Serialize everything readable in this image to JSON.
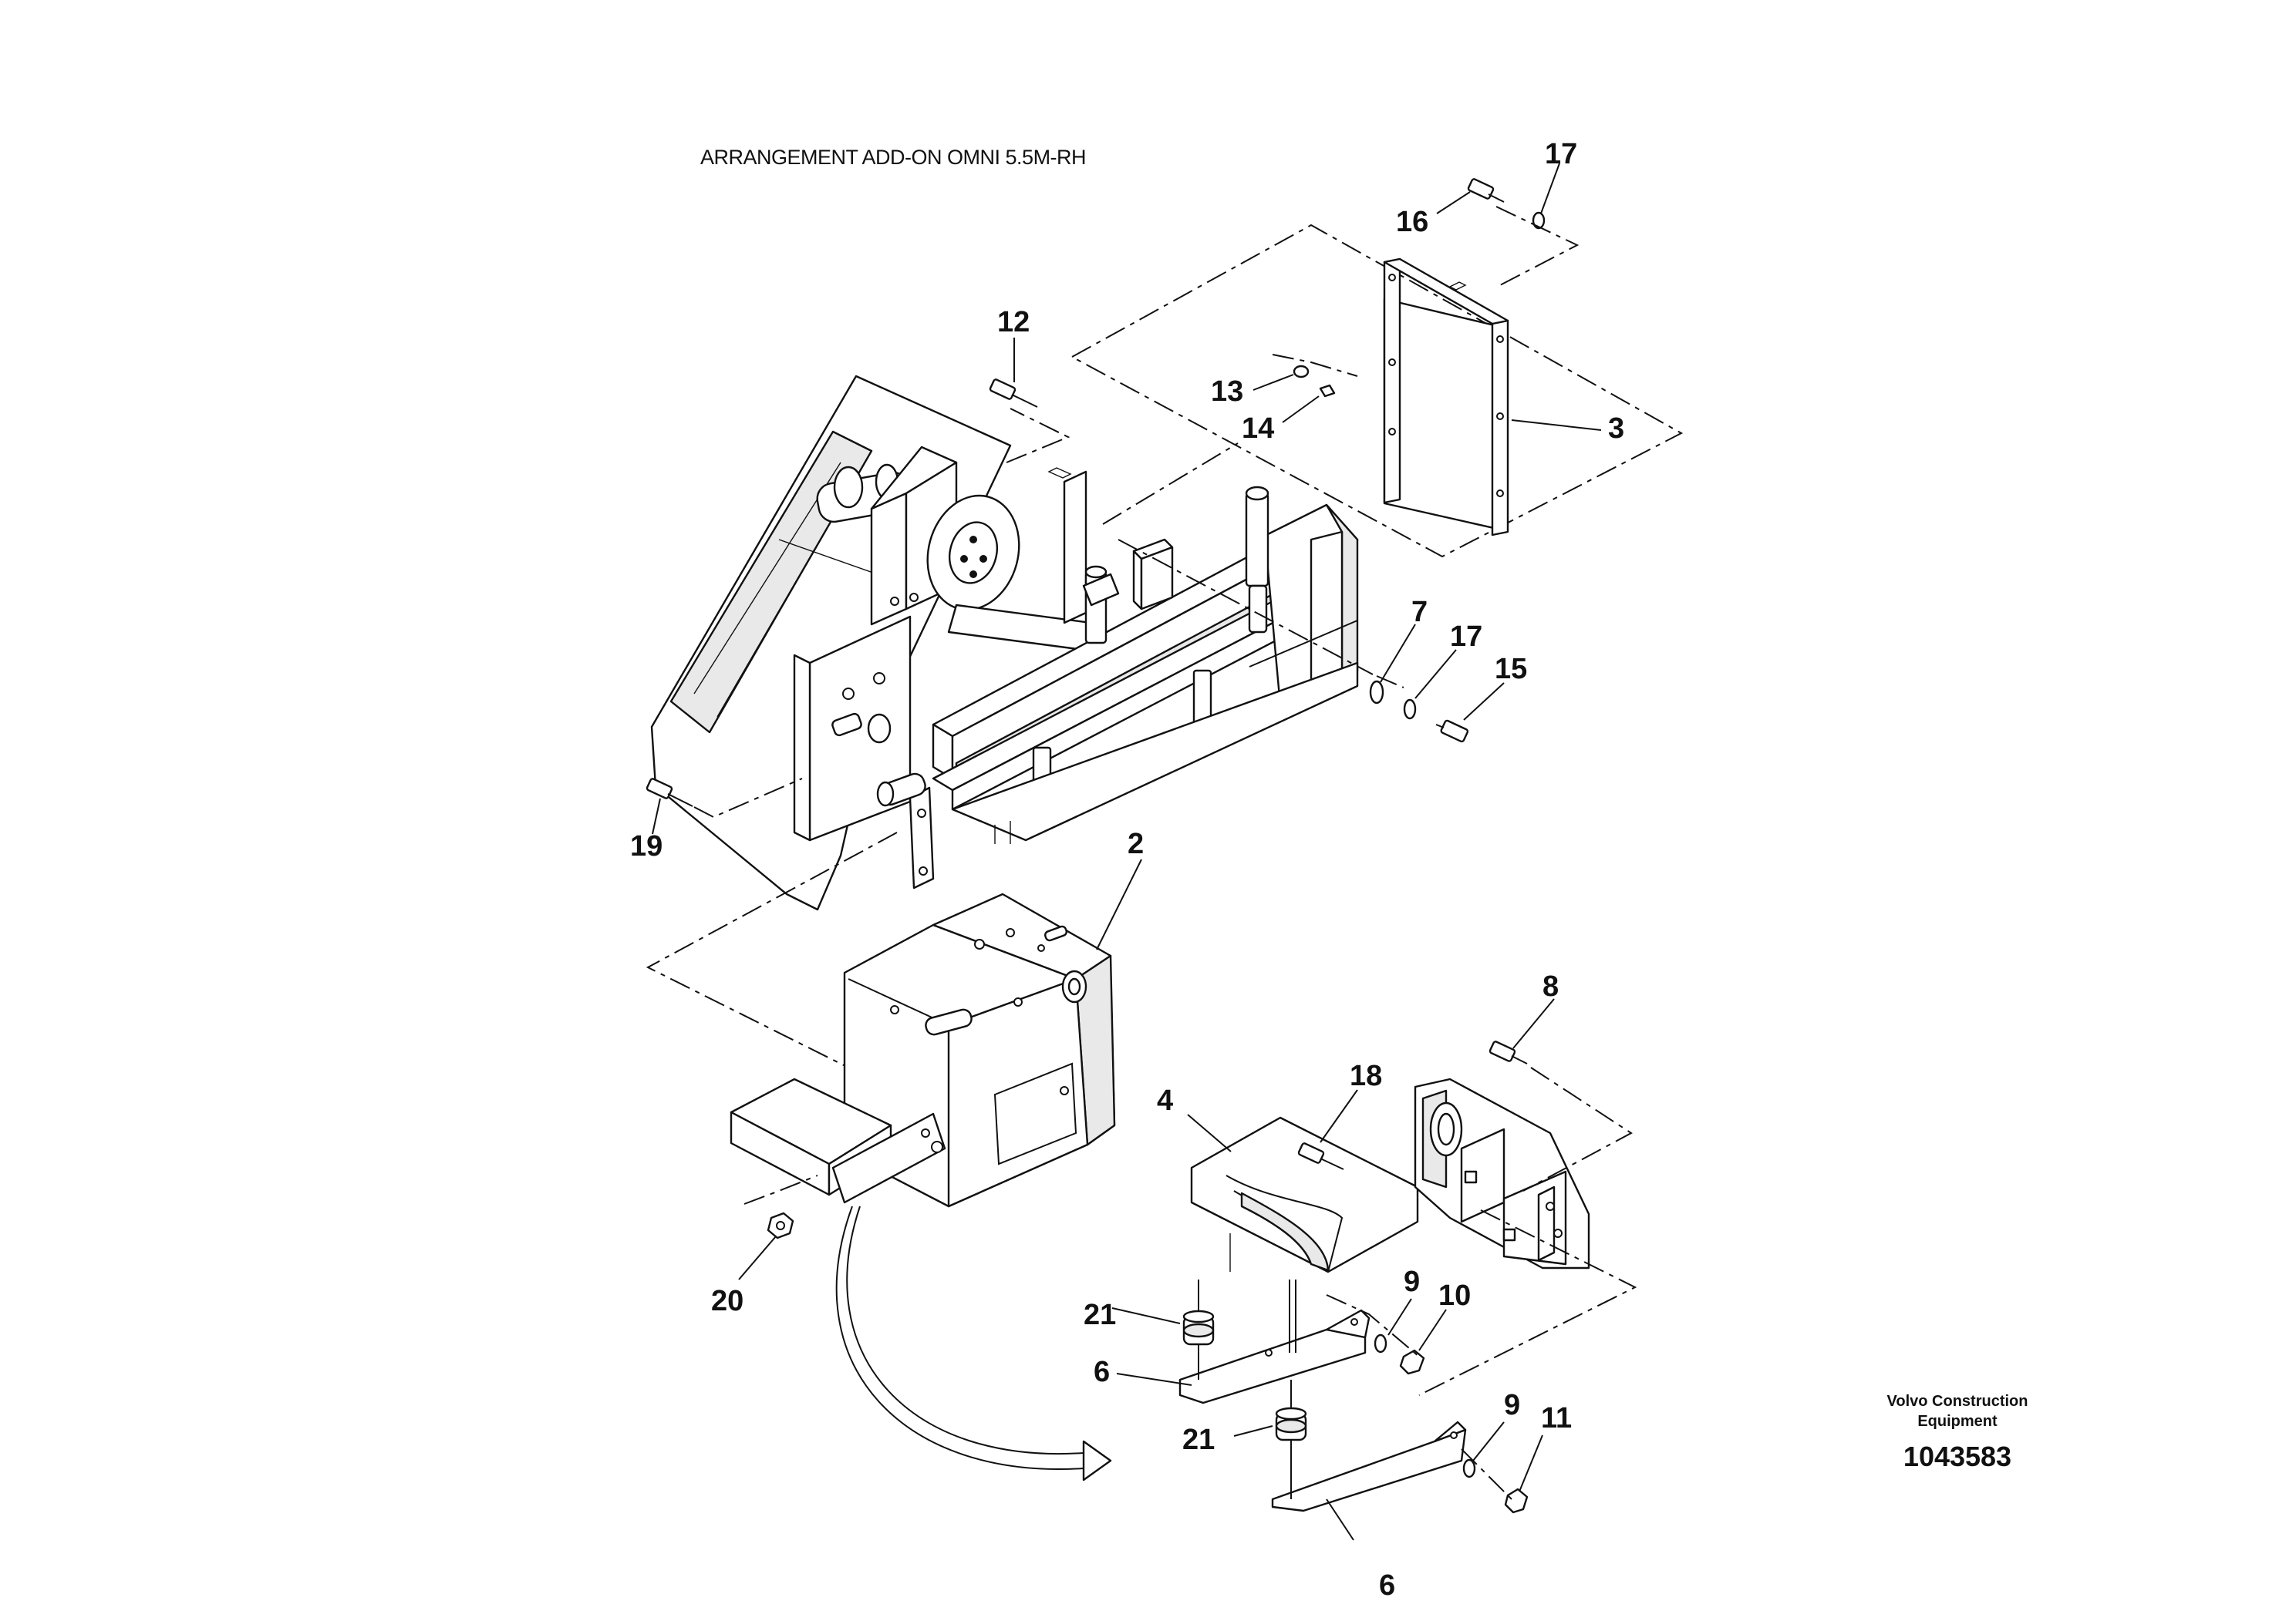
{
  "title": "ARRANGEMENT ADD-ON OMNI 5.5M-RH",
  "brand": {
    "line1": "Volvo Construction",
    "line2": "Equipment",
    "document_number": "1043583"
  },
  "callouts": {
    "c17a": "17",
    "c16": "16",
    "c12": "12",
    "c13": "13",
    "c14": "14",
    "c3": "3",
    "c7": "7",
    "c17b": "17",
    "c15": "15",
    "c19": "19",
    "c2": "2",
    "c8": "8",
    "c18": "18",
    "c4": "4",
    "c20": "20",
    "c21a": "21",
    "c9a": "9",
    "c10": "10",
    "c6a": "6",
    "c21b": "21",
    "c9b": "9",
    "c11": "11",
    "c6b": "6"
  }
}
